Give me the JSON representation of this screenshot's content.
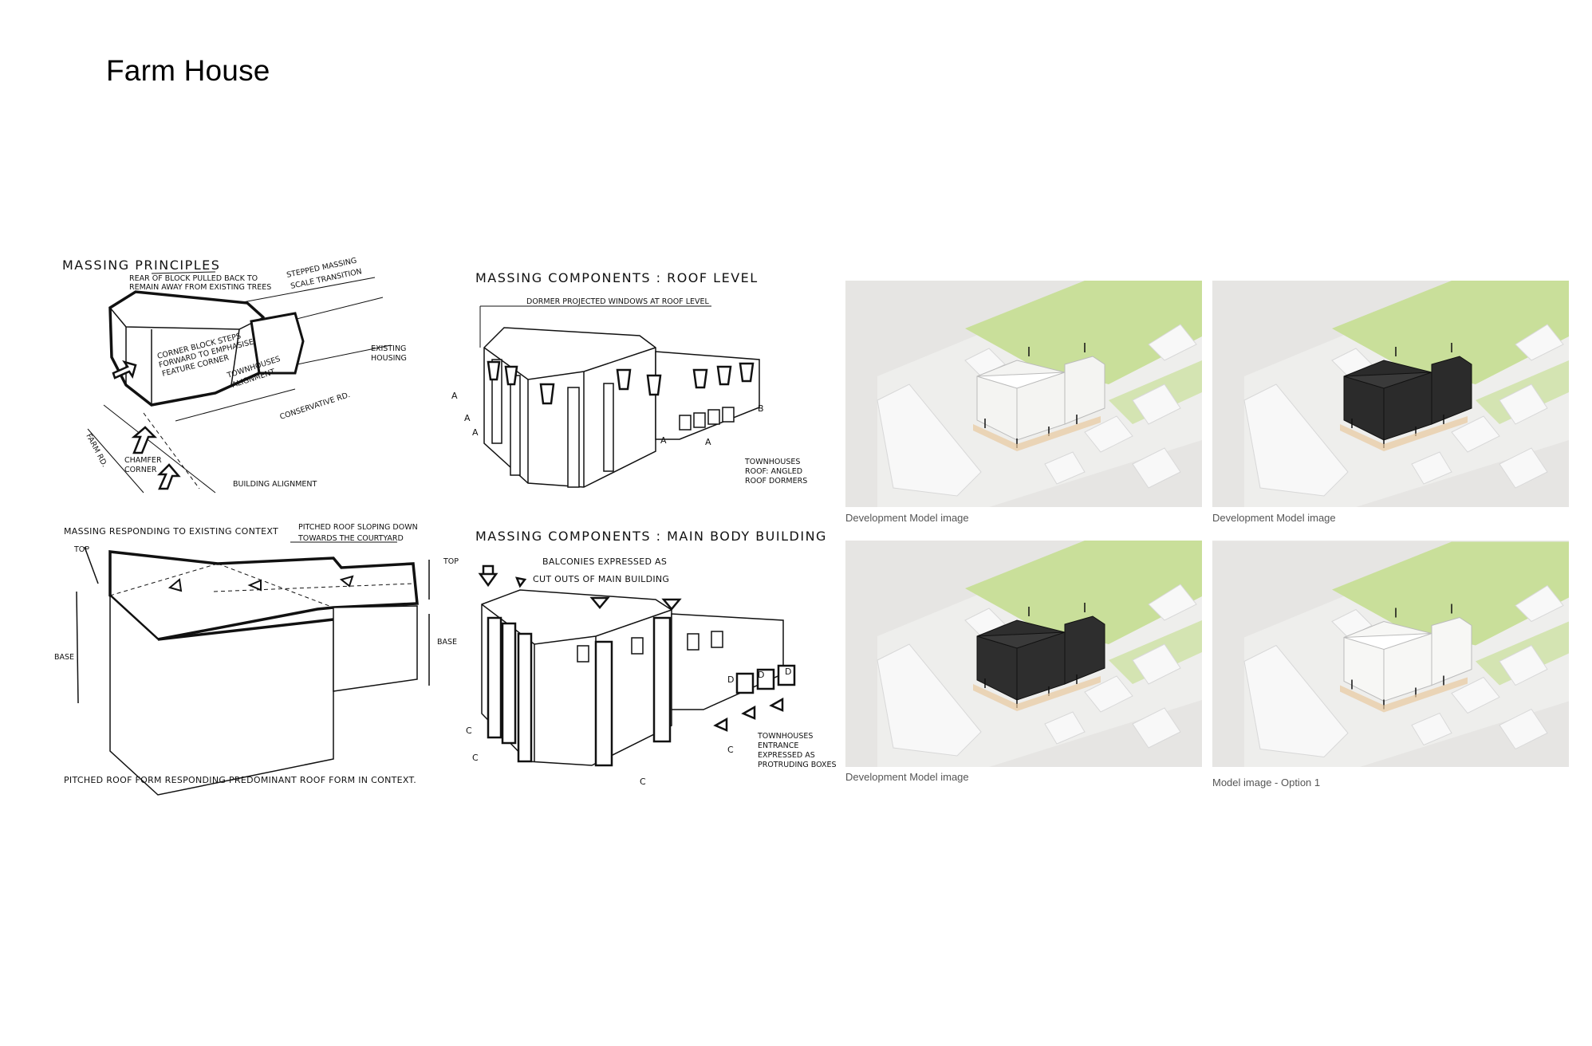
{
  "page": {
    "title": "Farm House"
  },
  "sketches": {
    "massing_principles": {
      "heading": "MASSING PRINCIPLES",
      "note_rear": "REAR OF BLOCK PULLED BACK TO",
      "note_rear2": "REMAIN AWAY FROM EXISTING TREES",
      "note_stepped": "STEPPED MASSING",
      "note_stepped2": "SCALE TRANSITION",
      "note_corner": "CORNER BLOCK STEPS",
      "note_corner2": "FORWARD TO EMPHASISE",
      "note_corner3": "FEATURE CORNER",
      "note_townhouses": "TOWNHOUSES",
      "note_alignment": "ALIGNMENT",
      "note_existing": "EXISTING",
      "note_housing": "HOUSING",
      "note_road": "CONSERVATIVE RD.",
      "note_farm": "FARM RD.",
      "note_chamfer": "CHAMFER",
      "note_chamfer2": "CORNER",
      "note_building_alignment": "BUILDING ALIGNMENT"
    },
    "roof_level": {
      "heading": "MASSING COMPONENTS : ROOF LEVEL",
      "note_dormer": "DORMER PROJECTED WINDOWS AT ROOF LEVEL",
      "note_town": "TOWNHOUSES",
      "note_town2": "ROOF: ANGLED",
      "note_town3": "ROOF DORMERS",
      "label_a": "A",
      "label_b": "B"
    },
    "existing_context": {
      "heading": "MASSING RESPONDING TO EXISTING CONTEXT",
      "note_pitched": "PITCHED ROOF SLOPING DOWN",
      "note_pitched2": "TOWARDS THE COURTYARD",
      "label_top": "TOP",
      "label_base": "BASE",
      "footer": "PITCHED ROOF FORM RESPONDING PREDOMINANT ROOF FORM IN CONTEXT."
    },
    "main_body": {
      "heading": "MASSING COMPONENTS : MAIN BODY BUILDING",
      "note_balconies": "BALCONIES EXPRESSED AS",
      "note_balconies2": "CUT OUTS OF MAIN BUILDING",
      "note_town": "TOWNHOUSES",
      "note_town2": "ENTRANCE",
      "note_town3": "EXPRESSED AS",
      "note_town4": "PROTRUDING BOXES",
      "label_c": "C",
      "label_d": "D"
    }
  },
  "photos": [
    {
      "caption": "Development Model image",
      "model_color": "#f4f4f2"
    },
    {
      "caption": "Development Model image",
      "model_color": "#2b2b2b"
    },
    {
      "caption": "Development Model image",
      "model_color": "#2e2e2e"
    },
    {
      "caption": "Model image - Option 1",
      "model_color": "#f7f7f5"
    }
  ],
  "colors": {
    "ground_green": "#c9df9a",
    "board": "#eeeeec",
    "blocks": "#f8f8f8"
  }
}
